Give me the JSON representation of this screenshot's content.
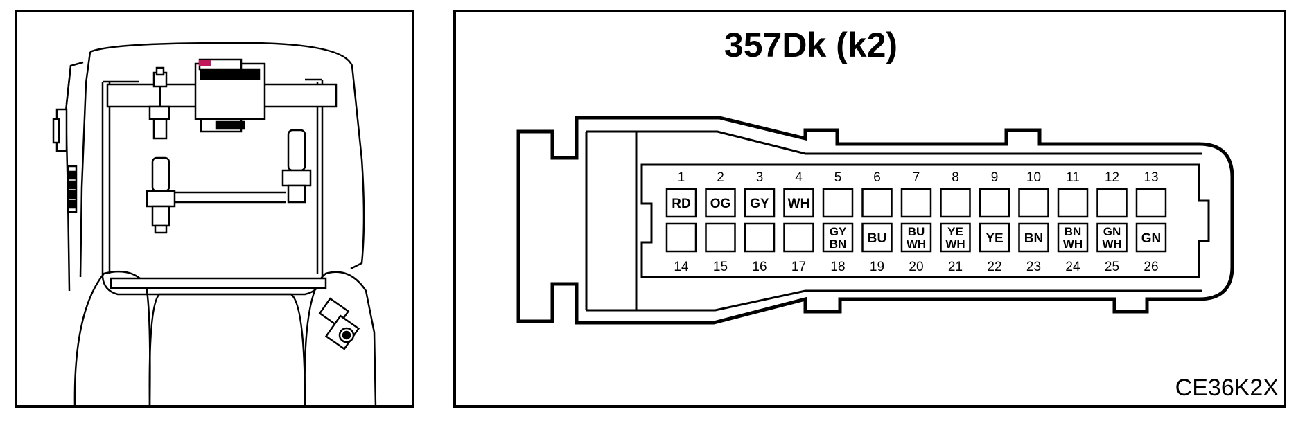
{
  "connector": {
    "title": "357Dk (k2)",
    "code": "CE36K2X"
  },
  "colors": {
    "stroke": "#000000",
    "background": "#ffffff",
    "connector_highlight": "#c2185b"
  },
  "pins": [
    {
      "num": "1",
      "wire": [
        "RD"
      ]
    },
    {
      "num": "2",
      "wire": [
        "OG"
      ]
    },
    {
      "num": "3",
      "wire": [
        "GY"
      ]
    },
    {
      "num": "4",
      "wire": [
        "WH"
      ]
    },
    {
      "num": "5",
      "wire": []
    },
    {
      "num": "6",
      "wire": []
    },
    {
      "num": "7",
      "wire": []
    },
    {
      "num": "8",
      "wire": []
    },
    {
      "num": "9",
      "wire": []
    },
    {
      "num": "10",
      "wire": []
    },
    {
      "num": "11",
      "wire": []
    },
    {
      "num": "12",
      "wire": []
    },
    {
      "num": "13",
      "wire": []
    },
    {
      "num": "14",
      "wire": []
    },
    {
      "num": "15",
      "wire": []
    },
    {
      "num": "16",
      "wire": []
    },
    {
      "num": "17",
      "wire": []
    },
    {
      "num": "18",
      "wire": [
        "GY",
        "BN"
      ]
    },
    {
      "num": "19",
      "wire": [
        "BU"
      ]
    },
    {
      "num": "20",
      "wire": [
        "BU",
        "WH"
      ]
    },
    {
      "num": "21",
      "wire": [
        "YE",
        "WH"
      ]
    },
    {
      "num": "22",
      "wire": [
        "YE"
      ]
    },
    {
      "num": "23",
      "wire": [
        "BN"
      ]
    },
    {
      "num": "24",
      "wire": [
        "BN",
        "WH"
      ]
    },
    {
      "num": "25",
      "wire": [
        "GN",
        "WH"
      ]
    },
    {
      "num": "26",
      "wire": [
        "GN"
      ]
    }
  ]
}
